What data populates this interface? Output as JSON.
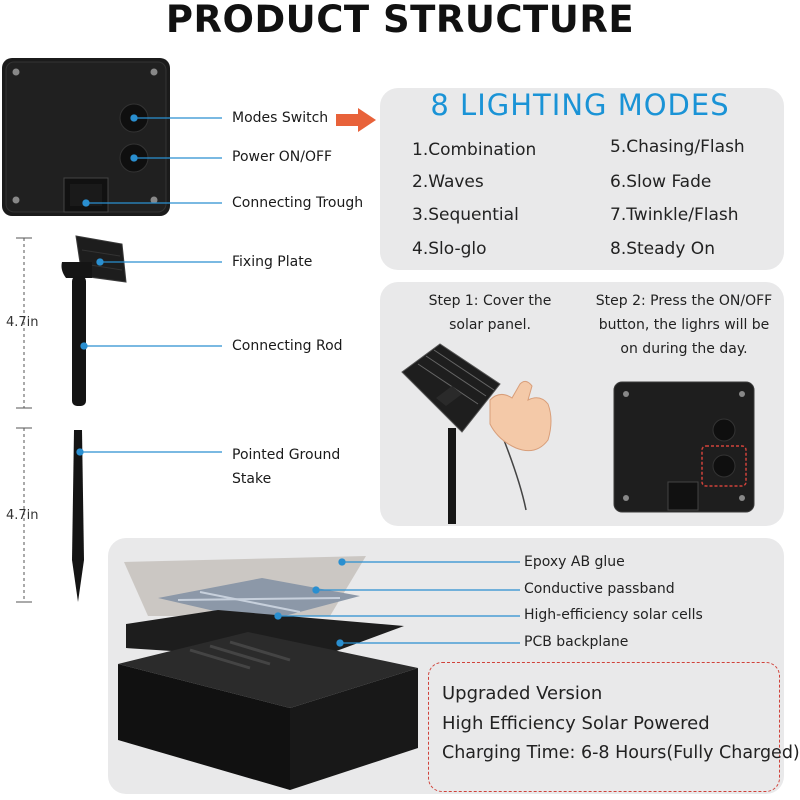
{
  "title": "PRODUCT STRUCTURE",
  "parts": {
    "modes_switch": "Modes Switch",
    "power": "Power ON/OFF",
    "trough": "Connecting Trough",
    "fixing_plate": "Fixing Plate",
    "connecting_rod": "Connecting Rod",
    "stake_line1": "Pointed Ground",
    "stake_line2": "Stake"
  },
  "dimensions": {
    "rod": "4.7in",
    "stake": "4.7in"
  },
  "modes": {
    "heading": "8 LIGHTING MODES",
    "items": [
      "1.Combination",
      "2.Waves",
      "3.Sequential",
      "4.Slo-glo",
      "5.Chasing/Flash",
      "6.Slow Fade",
      "7.Twinkle/Flash",
      "8.Steady On"
    ]
  },
  "steps": {
    "step1_line1": "Step 1: Cover the",
    "step1_line2": "solar panel.",
    "step2_line1": "Step 2: Press the ON/OFF",
    "step2_line2": "button, the lighrs will be",
    "step2_line3": "on during the day."
  },
  "layers": {
    "epoxy": "Epoxy AB glue",
    "passband": "Conductive passband",
    "cells": "High-efficiency solar cells",
    "pcb": "PCB backplane"
  },
  "info": {
    "line1": "Upgraded Version",
    "line2": "High Efficiency Solar Powered",
    "line3": "Charging Time: 6-8 Hours(Fully Charged)"
  },
  "colors": {
    "accent": "#1a93d6",
    "arrow": "#e8623a",
    "dashed": "#d0423a",
    "panel": "#e9e9ea",
    "leader": "#2a8fd0"
  }
}
